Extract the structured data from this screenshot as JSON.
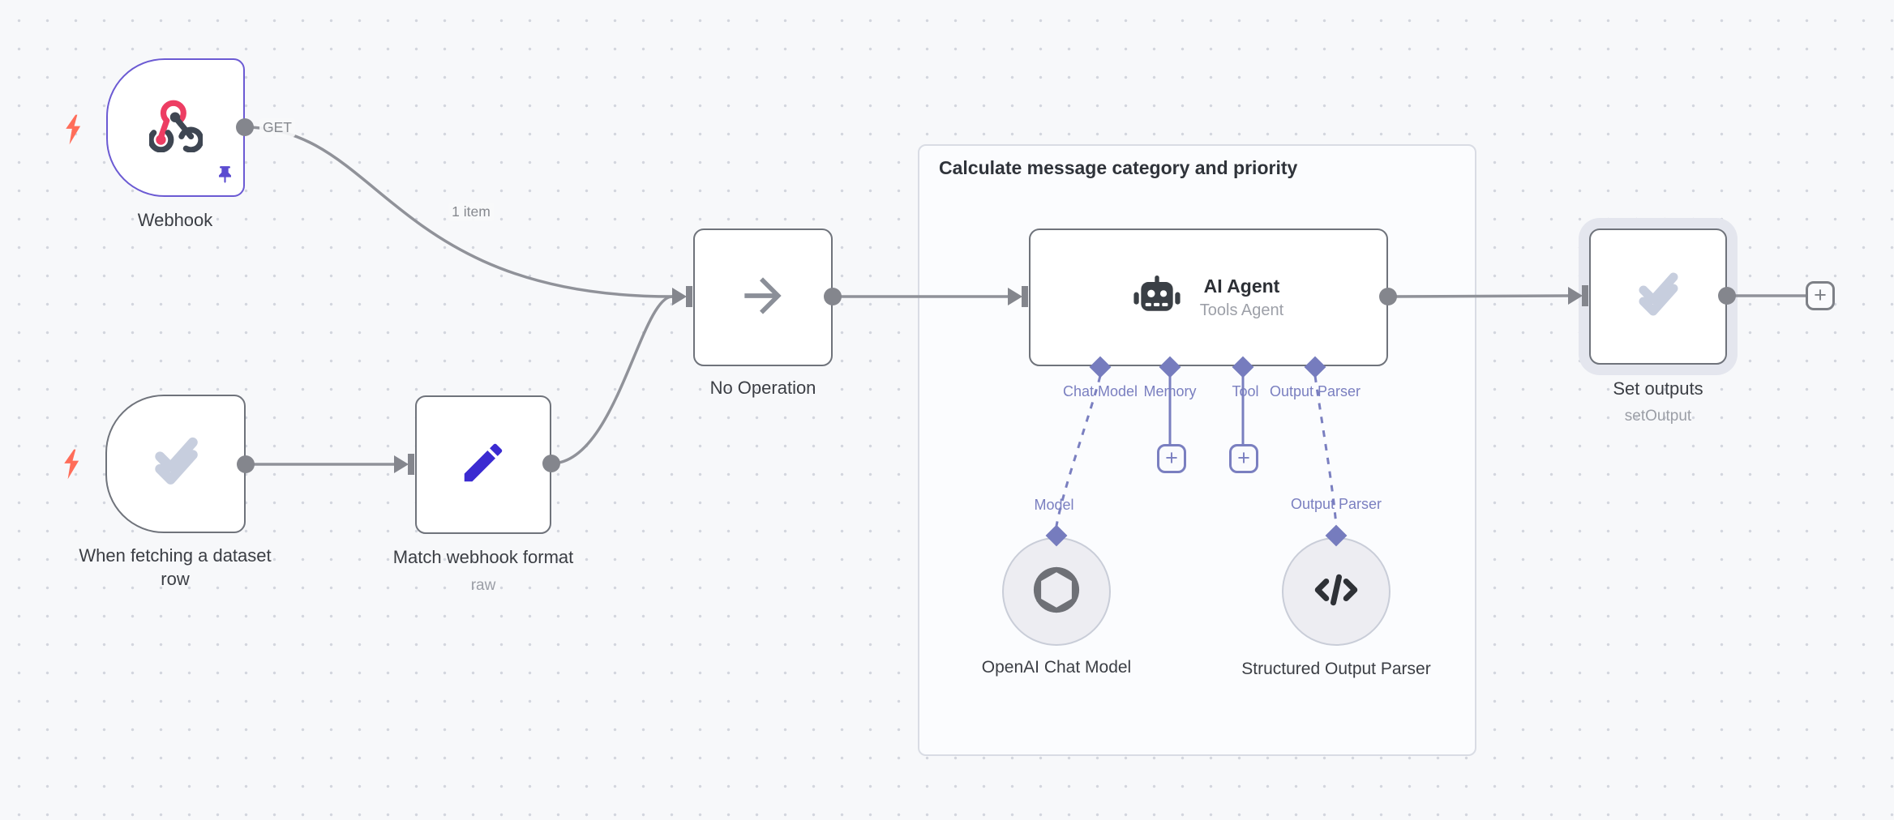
{
  "group": {
    "title": "Calculate message category and priority"
  },
  "nodes": {
    "webhook": {
      "title": "Webhook",
      "output_label": "GET"
    },
    "when_fetching": {
      "title": "When fetching a dataset row"
    },
    "match_webhook": {
      "title": "Match webhook format",
      "subtitle": "raw"
    },
    "no_operation": {
      "title": "No Operation"
    },
    "ai_agent": {
      "title": "AI Agent",
      "subtitle": "Tools Agent",
      "ports": {
        "chat_model": "Chat Model",
        "memory": "Memory",
        "tool": "Tool",
        "output_parser": "Output Parser"
      }
    },
    "openai_chat_model": {
      "title": "OpenAI Chat Model",
      "port_label": "Model"
    },
    "structured_output_parser": {
      "title": "Structured Output Parser",
      "port_label": "Output Parser"
    },
    "set_outputs": {
      "title": "Set outputs",
      "subtitle": "setOutput"
    }
  },
  "connections": {
    "webhook_items": "1 item"
  },
  "ui": {
    "add_button": "+"
  },
  "colors": {
    "selected_border": "#6b5ad3",
    "node_border": "#6f737b",
    "wire": "#909299",
    "ai_connector": "#7a7fc0",
    "trigger_bolt": "#ff6d59",
    "webhook_pink": "#ed3d63",
    "pencil_blue": "#3b2bd1",
    "check_icon": "#c7cede",
    "canvas_bg": "#f7f8fa"
  }
}
